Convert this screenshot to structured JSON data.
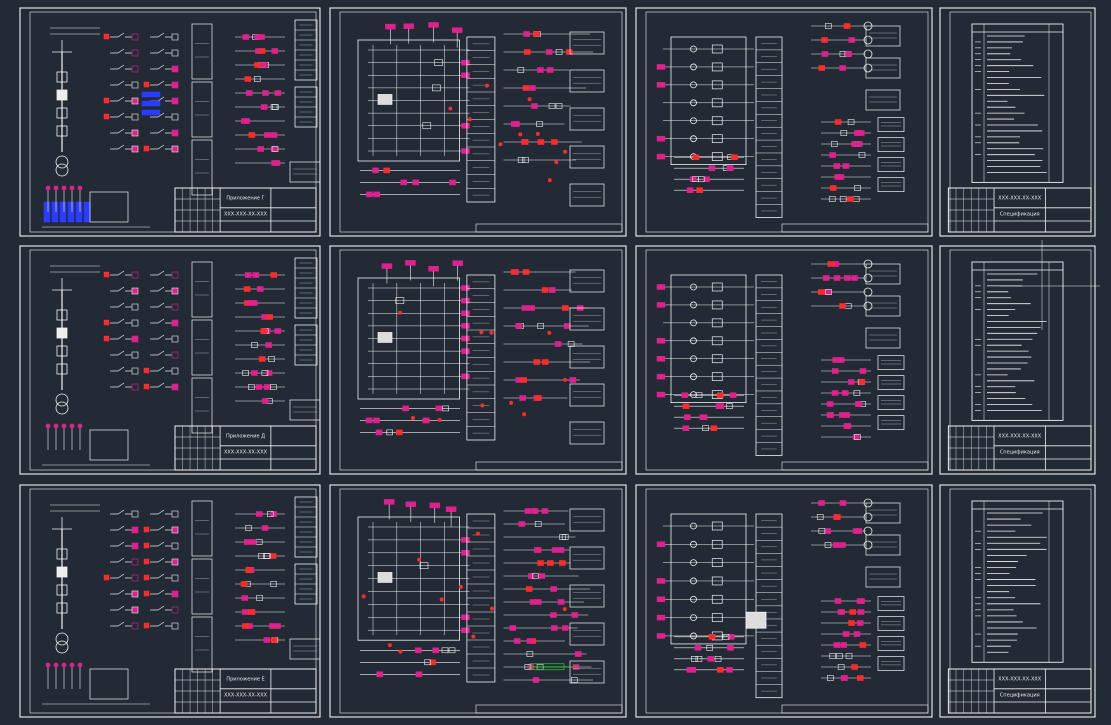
{
  "app": {
    "background": "#222a35",
    "line_color": "#f2f2f2",
    "accent_magenta": "#e0208c",
    "accent_red": "#ff2a2a",
    "accent_blue": "#2a3cff",
    "accent_green": "#22c022"
  },
  "sheets": [
    {
      "id": "r1c1",
      "kind": "single-line",
      "title_block": {
        "line1": "Приложение Г",
        "line2": "ХХХ-ХХХ-ХХ-ХХХ"
      }
    },
    {
      "id": "r1c2",
      "kind": "schematic",
      "title_block": {
        "line1": "",
        "line2": ""
      }
    },
    {
      "id": "r1c3",
      "kind": "schematic",
      "title_block": {
        "line1": "",
        "line2": ""
      }
    },
    {
      "id": "r1c4",
      "kind": "list",
      "title_block": {
        "line1": "ХХХ-ХХХ-ХХ-ХХХ",
        "line2": "Спецификация"
      }
    },
    {
      "id": "r2c1",
      "kind": "single-line",
      "title_block": {
        "line1": "Приложение Д",
        "line2": "ХХХ-ХХХ-ХХ-ХХХ"
      }
    },
    {
      "id": "r2c2",
      "kind": "schematic",
      "title_block": {
        "line1": "",
        "line2": ""
      }
    },
    {
      "id": "r2c3",
      "kind": "schematic",
      "title_block": {
        "line1": "",
        "line2": ""
      }
    },
    {
      "id": "r2c4",
      "kind": "list",
      "title_block": {
        "line1": "ХХХ-ХХХ-ХХ-ХХХ",
        "line2": "Спецификация"
      }
    },
    {
      "id": "r3c1",
      "kind": "single-line",
      "title_block": {
        "line1": "Приложение Е",
        "line2": "ХХХ-ХХХ-ХХ-ХХХ"
      }
    },
    {
      "id": "r3c2",
      "kind": "schematic",
      "title_block": {
        "line1": "",
        "line2": ""
      }
    },
    {
      "id": "r3c3",
      "kind": "schematic",
      "title_block": {
        "line1": "",
        "line2": ""
      }
    },
    {
      "id": "r3c4",
      "kind": "list",
      "title_block": {
        "line1": "ХХХ-ХХХ-ХХ-ХХХ",
        "line2": "Спецификация"
      }
    }
  ]
}
